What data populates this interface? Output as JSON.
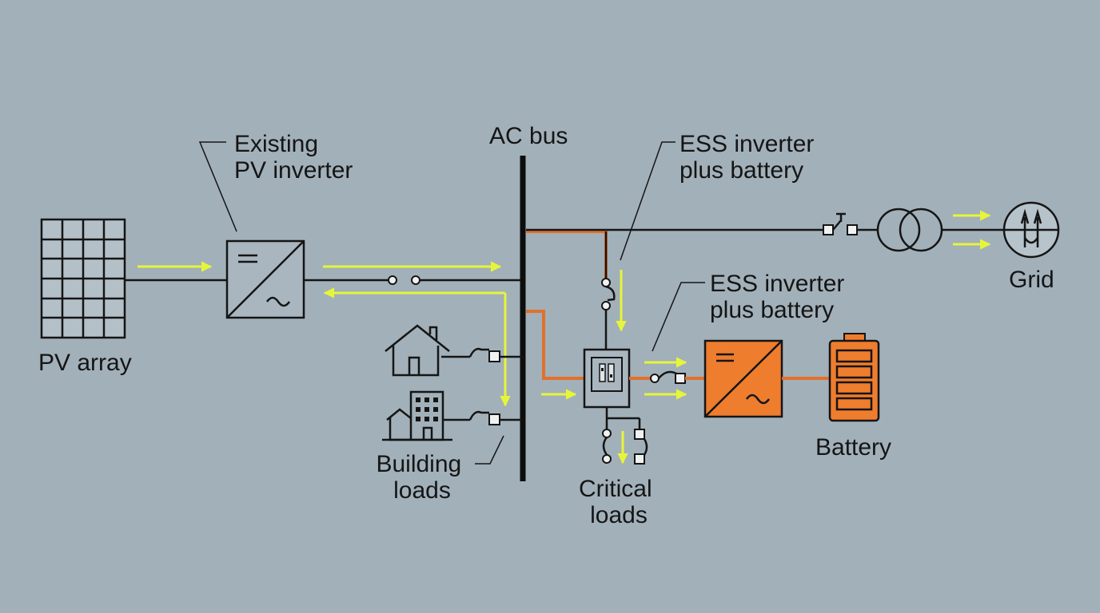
{
  "labels": {
    "pv_array": "PV array",
    "existing_inverter": [
      "Existing",
      "PV inverter"
    ],
    "ac_bus": "AC bus",
    "ess_top": [
      "ESS inverter",
      "plus battery"
    ],
    "ess_mid": [
      "ESS inverter",
      "plus battery"
    ],
    "grid": "Grid",
    "building_loads": [
      "Building",
      "loads"
    ],
    "critical_loads": [
      "Critical",
      "loads"
    ],
    "battery": "Battery"
  },
  "colors": {
    "background": "#a2b0b9",
    "wire": "#151515",
    "energized_wire": "#e2702c",
    "power_flow_arrow": "#e6f53a",
    "ess_inverter": "#ee7d2e",
    "battery": "#ee7d2e"
  },
  "icons": [
    "solar-panel-icon",
    "inverter-icon",
    "switch-icon",
    "house-icon",
    "building-icon",
    "breaker-icon",
    "transformer-icon",
    "grid-tower-icon",
    "panelboard-icon",
    "battery-icon"
  ]
}
